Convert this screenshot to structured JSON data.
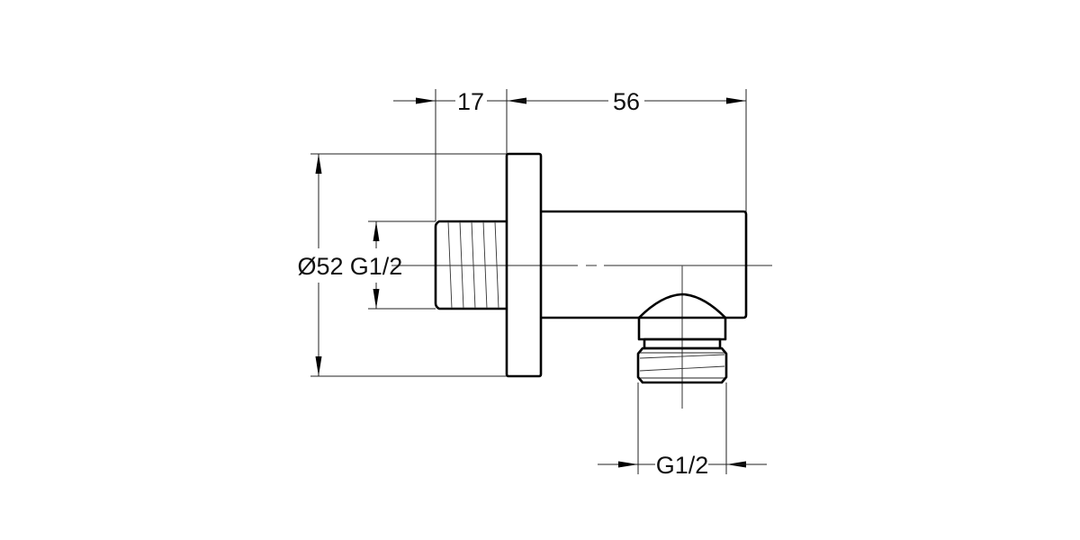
{
  "drawing": {
    "title": "Wall outlet elbow technical drawing",
    "colors": {
      "background": "#ffffff",
      "line": "#000000",
      "text": "#111111"
    },
    "dimensions": {
      "inlet_length": {
        "label": "17",
        "value": 17,
        "unit": "mm"
      },
      "body_length": {
        "label": "56",
        "value": 56,
        "unit": "mm"
      },
      "flange_diameter": {
        "label": "Ø52",
        "value": 52,
        "unit": "mm"
      },
      "inlet_thread": {
        "label": "G1/2"
      },
      "outlet_thread": {
        "label": "G1/2"
      }
    }
  }
}
